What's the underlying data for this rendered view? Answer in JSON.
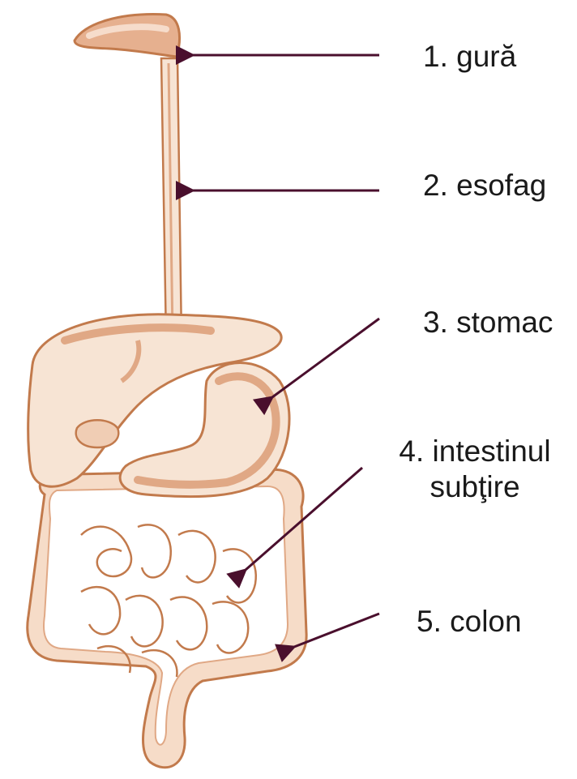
{
  "labels": [
    {
      "id": "l1",
      "text": "1. gură"
    },
    {
      "id": "l2",
      "text": "2. esofag"
    },
    {
      "id": "l3",
      "text": "3. stomac"
    },
    {
      "id": "l4a",
      "text": "4. intestinul"
    },
    {
      "id": "l4b",
      "text": "subţire"
    },
    {
      "id": "l5",
      "text": "5. colon"
    }
  ],
  "colors": {
    "organ_fill": "#f7e4d4",
    "organ_stroke": "#c27a4c",
    "organ_shade": "#e0a885",
    "arrow": "#4a0f2d",
    "intestine_fill": "#ffffff"
  }
}
